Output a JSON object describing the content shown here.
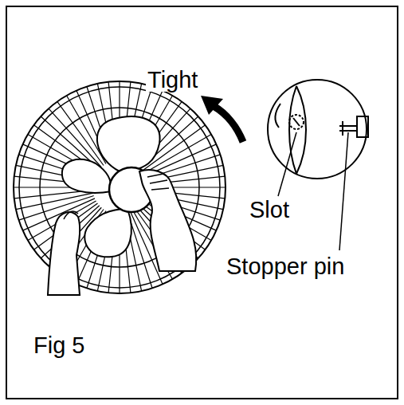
{
  "diagram": {
    "caption": "Fig 5",
    "labels": [
      "Tight",
      "Slot",
      "Stopper pin"
    ]
  }
}
